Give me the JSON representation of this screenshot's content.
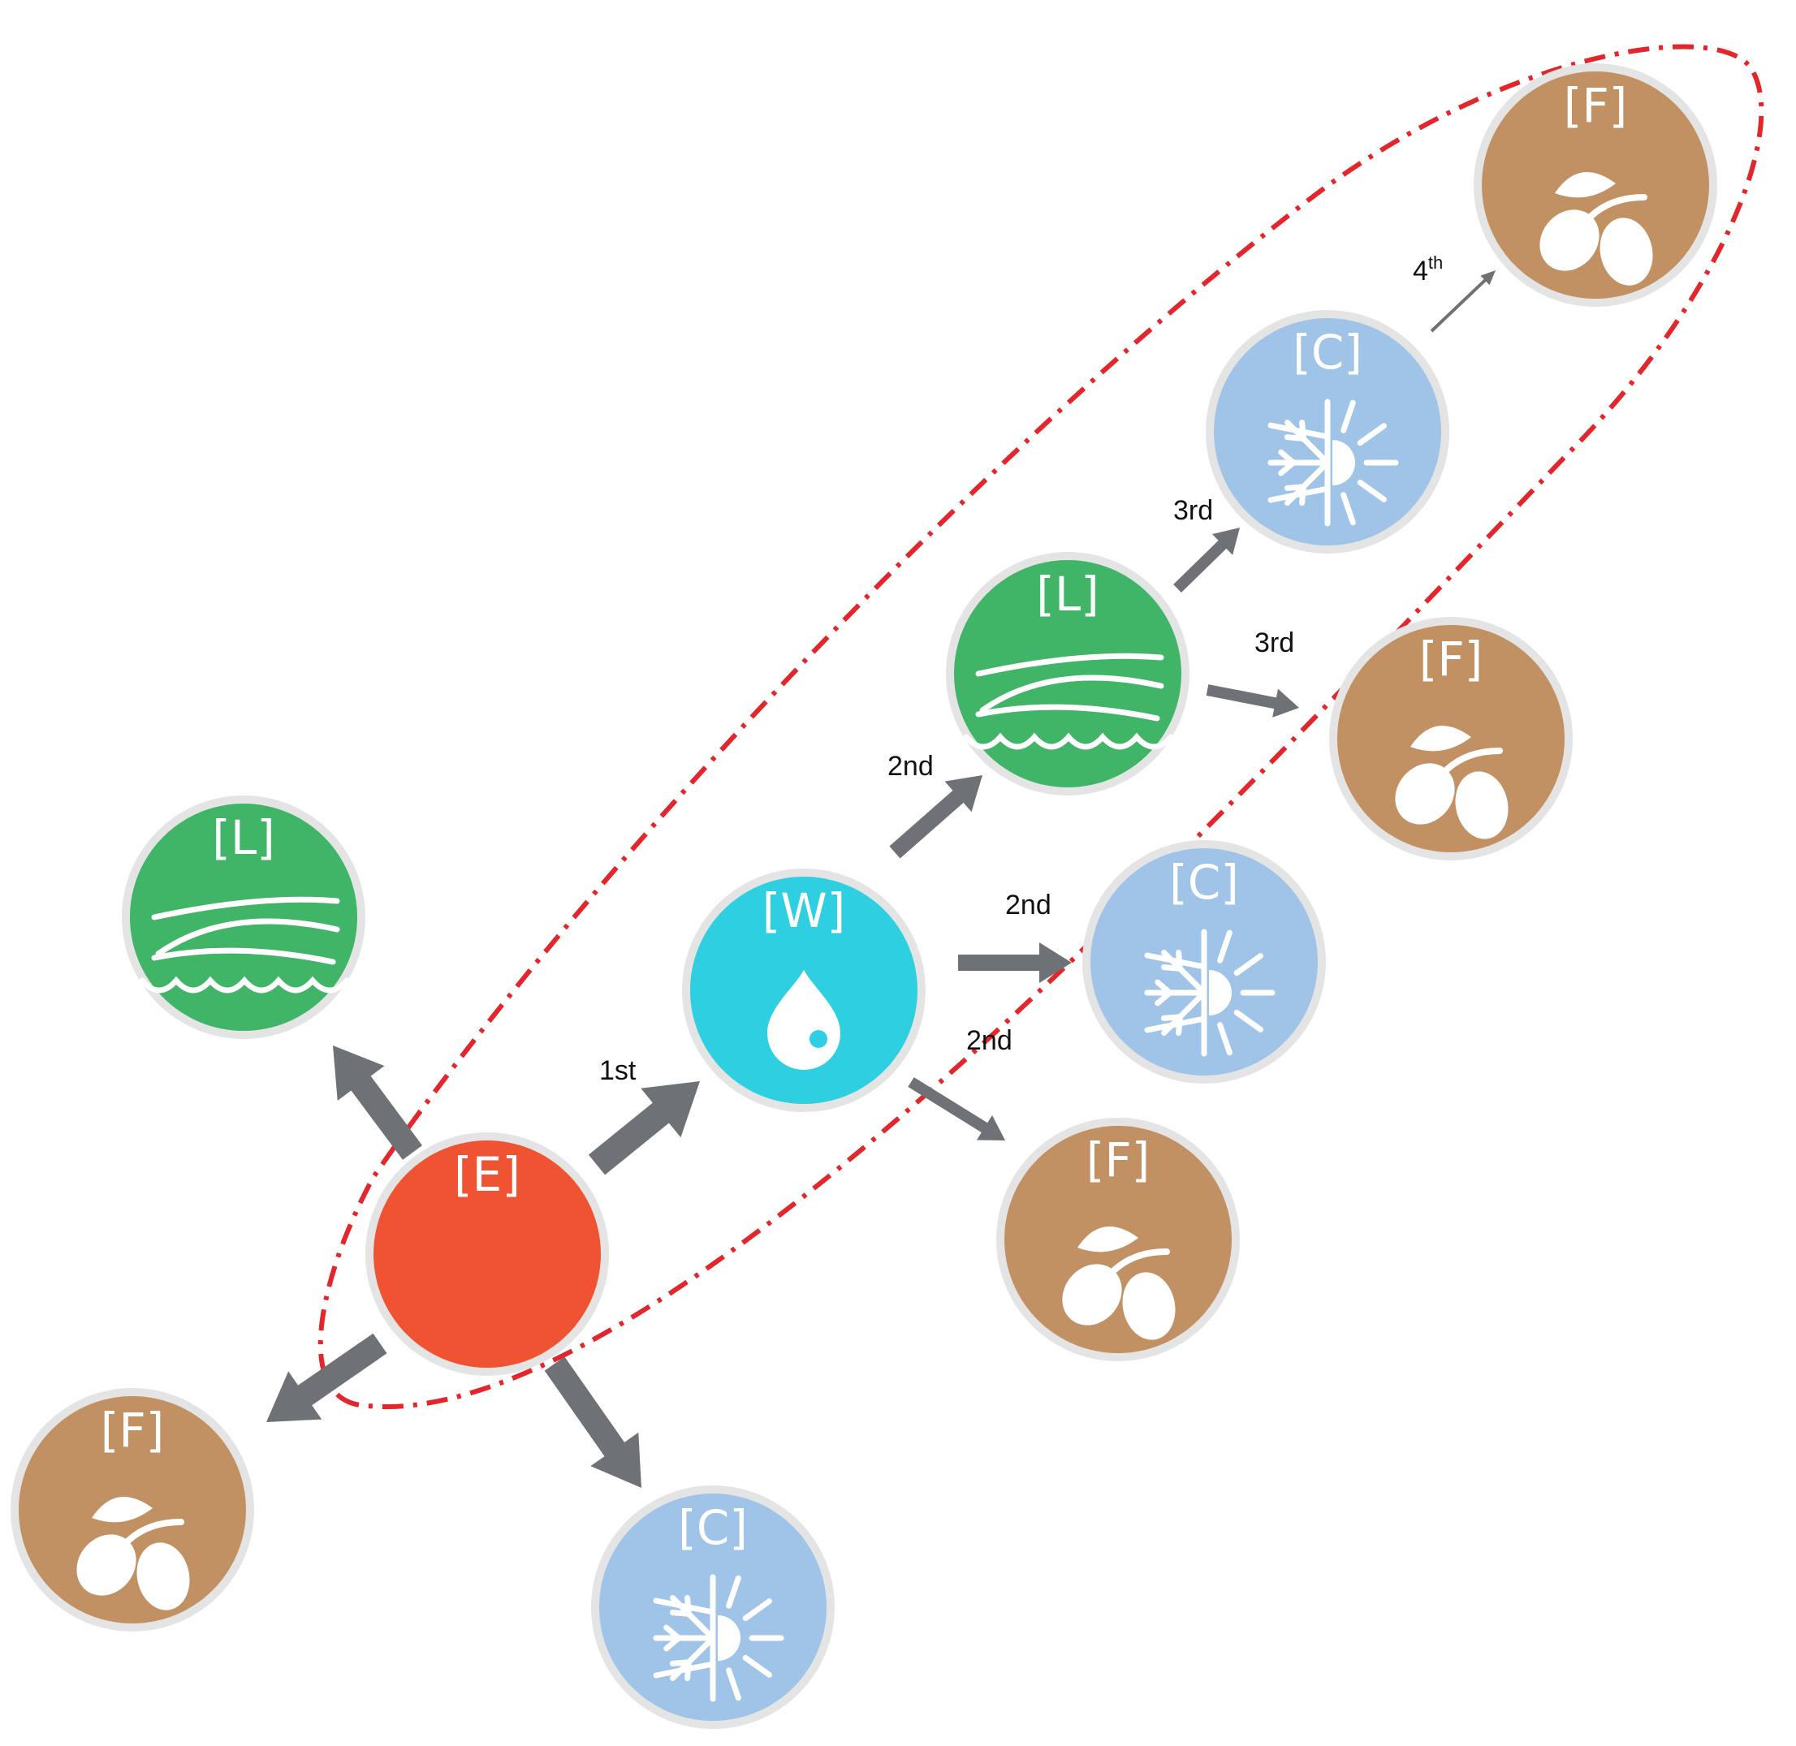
{
  "colors": {
    "energy": "#ef5332",
    "water": "#2ecfe0",
    "land": "#40b467",
    "climate": "#9fc4e7",
    "food": "#c29163",
    "ring": "#e4e4e4",
    "arrow": "#6e7277",
    "highlight_outline": "#e3262b"
  },
  "nodes": [
    {
      "id": "E",
      "label": "[E]",
      "type": "energy",
      "icon": "none"
    },
    {
      "id": "W",
      "label": "[W]",
      "type": "water",
      "icon": "water-drop-icon"
    },
    {
      "id": "L_left",
      "label": "[L]",
      "type": "land",
      "icon": "land-icon"
    },
    {
      "id": "F_left",
      "label": "[F]",
      "type": "food",
      "icon": "food-icon"
    },
    {
      "id": "C_bottom",
      "label": "[C]",
      "type": "climate",
      "icon": "climate-icon"
    },
    {
      "id": "L_mid",
      "label": "[L]",
      "type": "land",
      "icon": "land-icon"
    },
    {
      "id": "C_mid",
      "label": "[C]",
      "type": "climate",
      "icon": "climate-icon"
    },
    {
      "id": "F_mid",
      "label": "[F]",
      "type": "food",
      "icon": "food-icon"
    },
    {
      "id": "C_top",
      "label": "[C]",
      "type": "climate",
      "icon": "climate-icon"
    },
    {
      "id": "F_right",
      "label": "[F]",
      "type": "food",
      "icon": "food-icon"
    },
    {
      "id": "F_top",
      "label": "[F]",
      "type": "food",
      "icon": "food-icon"
    }
  ],
  "edges": [
    {
      "from": "E",
      "to": "L_left",
      "label": ""
    },
    {
      "from": "E",
      "to": "F_left",
      "label": ""
    },
    {
      "from": "E",
      "to": "C_bottom",
      "label": ""
    },
    {
      "from": "E",
      "to": "W",
      "label": "1st"
    },
    {
      "from": "W",
      "to": "L_mid",
      "label": "2nd"
    },
    {
      "from": "W",
      "to": "C_mid",
      "label": "2nd"
    },
    {
      "from": "W",
      "to": "F_mid",
      "label": "2nd"
    },
    {
      "from": "L_mid",
      "to": "C_top",
      "label": "3rd"
    },
    {
      "from": "L_mid",
      "to": "F_right",
      "label": "3rd"
    },
    {
      "from": "C_top",
      "to": "F_top",
      "label": "4",
      "label_sup": "th"
    }
  ],
  "highlight": {
    "style": "dash-dot",
    "encloses": [
      "E",
      "W",
      "L_mid",
      "C_top",
      "F_top"
    ]
  }
}
